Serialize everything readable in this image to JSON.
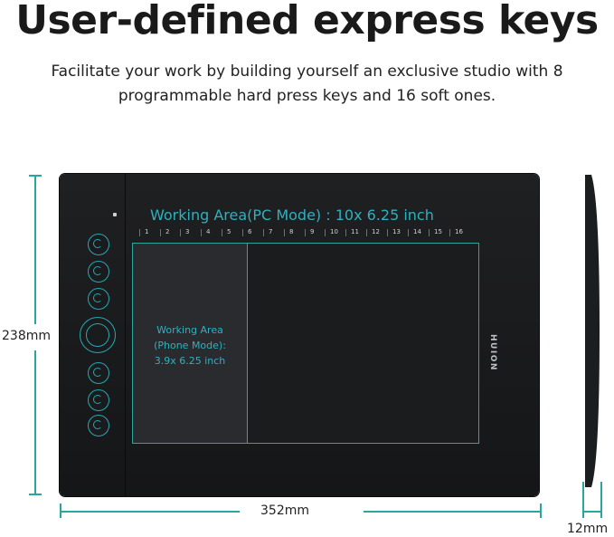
{
  "title": "User-defined express keys",
  "subtitle_line1": "Facilitate your work by building yourself an exclusive studio with 8",
  "subtitle_line2": "programmable hard press keys and 16 soft ones.",
  "dimensions": {
    "height": "238mm",
    "width": "352mm",
    "depth": "12mm"
  },
  "working_area_pc": "Working Area(PC Mode) : 10x 6.25 inch",
  "working_area_phone": [
    "Working Area",
    "(Phone Mode):",
    "3.9x 6.25 inch"
  ],
  "ruler_labels": [
    "1",
    "2",
    "3",
    "4",
    "5",
    "6",
    "7",
    "8",
    "9",
    "10",
    "11",
    "12",
    "13",
    "14",
    "15",
    "16"
  ],
  "brand": "HUION",
  "colors": {
    "accent": "#2aa6a0",
    "tablet": "#1b1c1e"
  },
  "express_keys_count": 8
}
